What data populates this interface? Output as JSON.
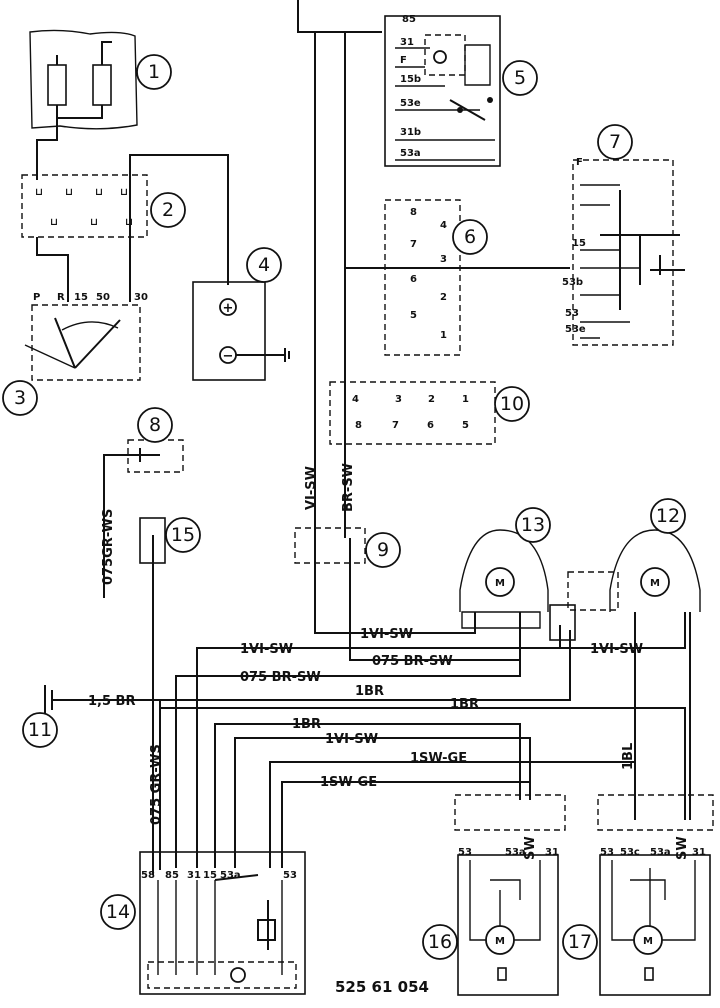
{
  "components": [
    {
      "id": "c1",
      "number": "1"
    },
    {
      "id": "c2",
      "number": "2"
    },
    {
      "id": "c3",
      "number": "3"
    },
    {
      "id": "c4",
      "number": "4"
    },
    {
      "id": "c5",
      "number": "5"
    },
    {
      "id": "c6",
      "number": "6"
    },
    {
      "id": "c7",
      "number": "7"
    },
    {
      "id": "c8",
      "number": "8"
    },
    {
      "id": "c9",
      "number": "9"
    },
    {
      "id": "c10",
      "number": "10"
    },
    {
      "id": "c11",
      "number": "11"
    },
    {
      "id": "c12",
      "number": "12"
    },
    {
      "id": "c13",
      "number": "13"
    },
    {
      "id": "c14",
      "number": "14"
    },
    {
      "id": "c15",
      "number": "15"
    },
    {
      "id": "c16",
      "number": "16"
    },
    {
      "id": "c17",
      "number": "17"
    }
  ],
  "wires": {
    "vi_sw_vertical": "VI-SW",
    "br_sw_vertical": "BR-SW",
    "gr_ws_top": "075GR-WS",
    "gr_ws_bottom": "075 GR-WS",
    "w1vi_sw_a": "1VI-SW",
    "w1vi_sw_b": "1VI-SW",
    "w1vi_sw_c": "1VI-SW",
    "w1vi_sw_d": "1VI-SW",
    "w075_br_sw_a": "075 BR-SW",
    "w075_br_sw_b": "075 BR-SW",
    "w15br": "1,5 BR",
    "w1br_a": "1BR",
    "w1br_b": "1BR",
    "w1br_c": "1BR",
    "w1sw_ge_a": "1SW-GE",
    "w1sw_ge_b": "1SW-GE",
    "w1bl": "1BL",
    "sw_16": "SW",
    "sw_17": "SW"
  },
  "terminals": {
    "ignition": [
      "P",
      "R",
      "15",
      "50",
      "30"
    ],
    "relay5": [
      "85",
      "31",
      "F",
      "15b",
      "53e",
      "31b",
      "53a"
    ],
    "relay7": [
      "F",
      "15",
      "53b",
      "53",
      "53e"
    ],
    "conn6": [
      "8",
      "7",
      "6",
      "5",
      "4",
      "3",
      "2",
      "1"
    ],
    "conn10_top": [
      "4",
      "3",
      "2",
      "1"
    ],
    "conn10_bottom": [
      "8",
      "7",
      "6",
      "5"
    ],
    "module14": [
      "58",
      "85",
      "31",
      "15",
      "53a",
      "53"
    ],
    "motor16": [
      "53",
      "53a",
      "31"
    ],
    "motor17": [
      "53",
      "53c",
      "53a",
      "31"
    ],
    "battery": [
      "+",
      "−"
    ],
    "motor_symbol": "M"
  },
  "footer": {
    "code": "525 61 054"
  }
}
